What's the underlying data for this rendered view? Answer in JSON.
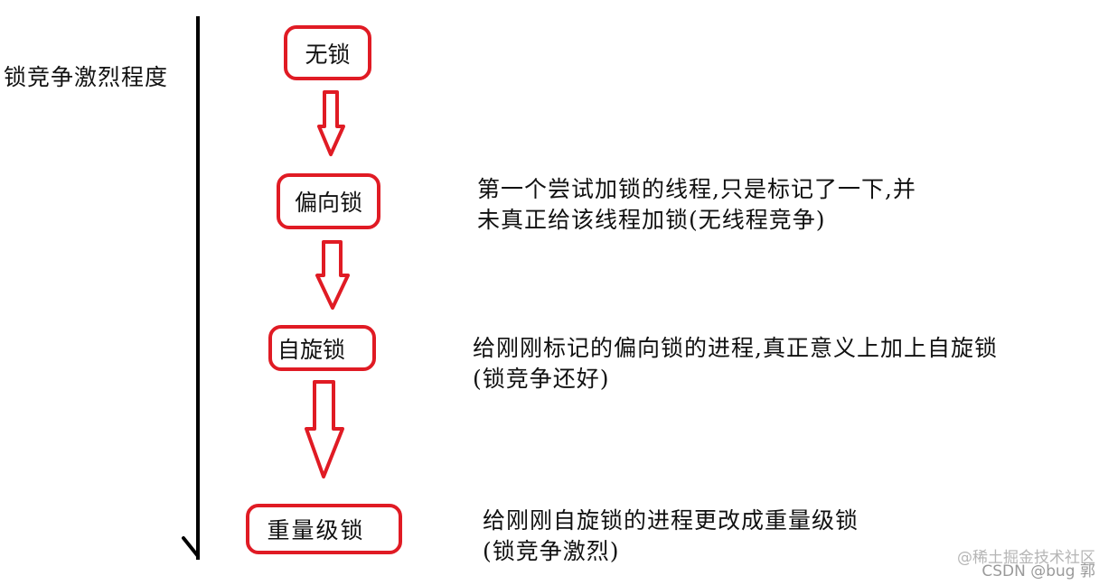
{
  "axis": {
    "label": "锁竞争激烈程度",
    "direction": "down"
  },
  "stages": [
    {
      "label": "无锁",
      "description": []
    },
    {
      "label": "偏向锁",
      "description": [
        "第一个尝试加锁的线程,只是标记了一下,并",
        "未真正给该线程加锁(无线程竞争)"
      ]
    },
    {
      "label": "自旋锁",
      "description": [
        "给刚刚标记的偏向锁的进程,真正意义上加上自旋锁",
        "(锁竞争还好)"
      ]
    },
    {
      "label": "重量级锁",
      "description": [
        "给刚刚自旋锁的进程更改成重量级锁",
        "(锁竞争激烈)"
      ]
    }
  ],
  "watermark": {
    "line1": "@稀土掘金技术社区",
    "line2": "CSDN @bug 郭"
  },
  "colors": {
    "box_border": "#e01b24",
    "arrow": "#e01b24",
    "axis": "#000000",
    "text": "#111111"
  }
}
